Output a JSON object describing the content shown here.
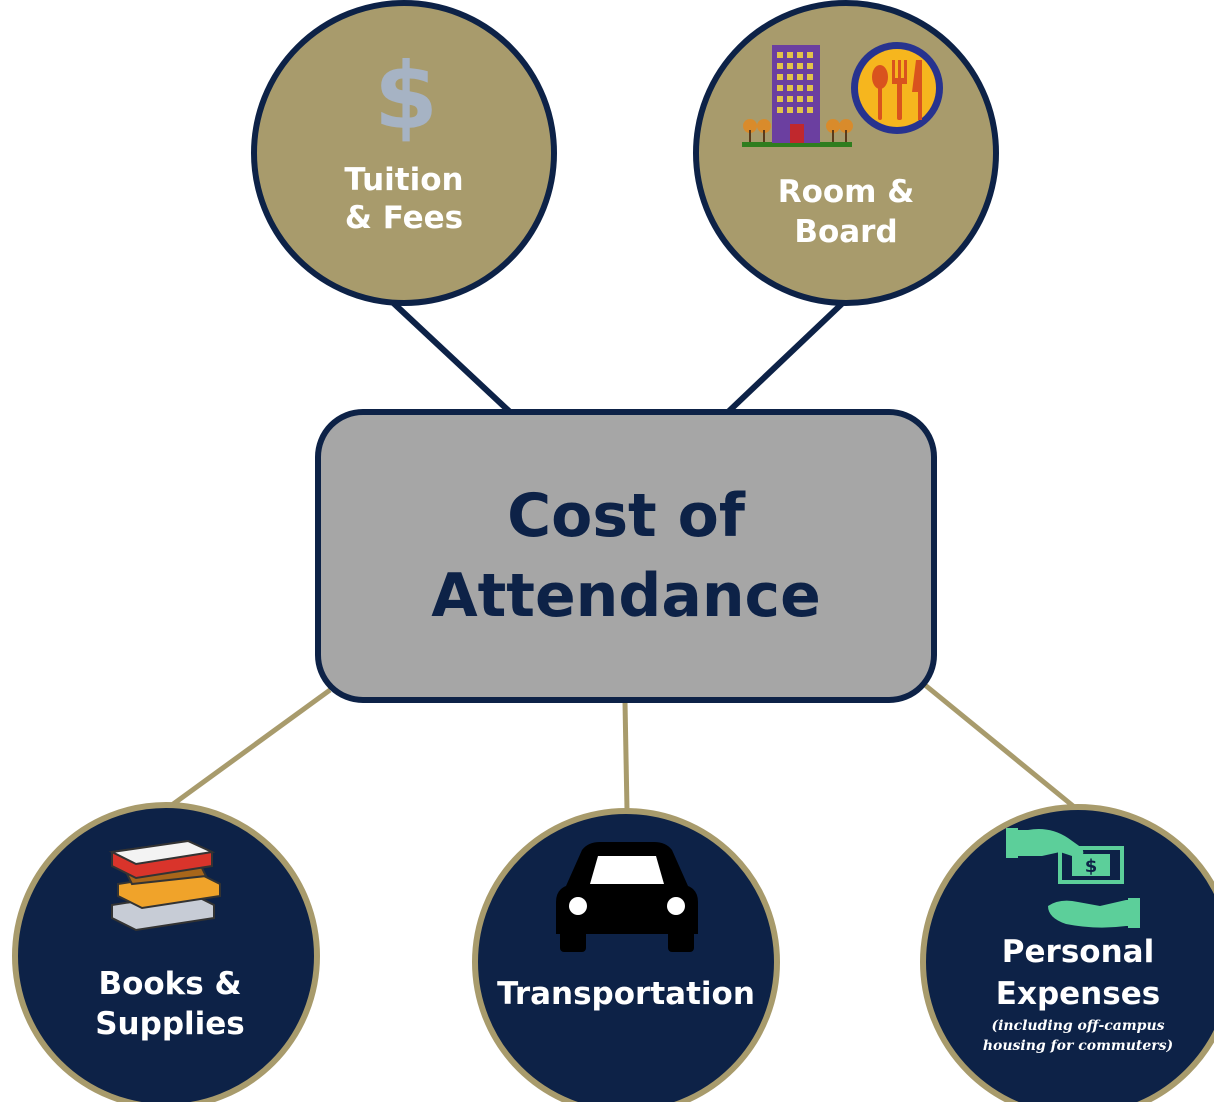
{
  "diagram": {
    "center": {
      "line1": "Cost of",
      "line2": "Attendance"
    },
    "nodes": {
      "tuition": {
        "line1": "Tuition",
        "line2": "& Fees",
        "icon": "dollar-icon"
      },
      "room": {
        "line1": "Room &",
        "line2": "Board",
        "icon": "building-dining-icon"
      },
      "books": {
        "line1": "Books &",
        "line2": "Supplies",
        "icon": "books-icon"
      },
      "transport": {
        "line1": "Transportation",
        "icon": "car-icon"
      },
      "personal": {
        "line1": "Personal",
        "line2": "Expenses",
        "note1": "(including off-campus",
        "note2": "housing for commuters)",
        "icon": "money-hands-icon"
      }
    },
    "colors": {
      "gold": "#a89b6c",
      "navy": "#0d2247",
      "center_fill": "#a6a6a6",
      "gold_line": "#a89b6c",
      "navy_line": "#0d2247"
    }
  }
}
